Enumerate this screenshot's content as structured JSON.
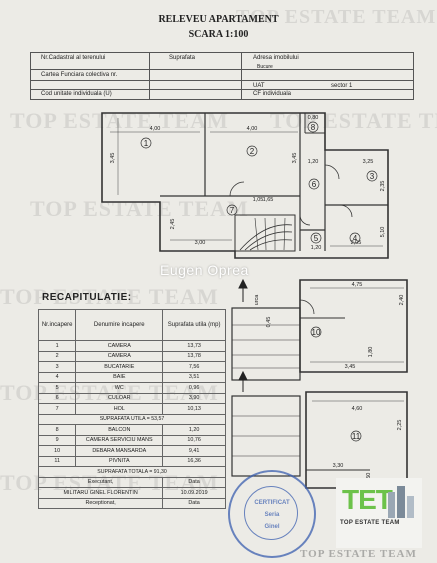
{
  "watermark": {
    "agency": "TOP ESTATE TEAM",
    "brand": "Eugen Oprea"
  },
  "header": {
    "title": "RELEVEU APARTAMENT",
    "scale": "SCARA 1:100"
  },
  "info_table": {
    "r1": [
      "Nr.Cadastral al terenului",
      "Suprafata",
      "Adresa imobilului"
    ],
    "r2": [
      "Bucure",
      "Cartea Funciara colectiva nr."
    ],
    "r3": [
      "UAT",
      "sector 1"
    ],
    "r4": [
      "Cod unitate individuala (U)",
      "CF individuala"
    ]
  },
  "plan": {
    "rooms": [
      "1",
      "2",
      "3",
      "4",
      "5",
      "6",
      "7",
      "8"
    ],
    "dims": [
      "4,00",
      "4,00",
      "0,80",
      "3,45",
      "3,45",
      "1,20",
      "3,25",
      "2,35",
      "1,05",
      "1,65",
      "2,45",
      "3,00",
      "1,20",
      "2,05",
      "5,10"
    ],
    "upper_dims": [
      "4,75",
      "2,40",
      "0,45",
      "3,45",
      "1,80"
    ],
    "upper_room": "10",
    "cellar_dims": [
      "4,60",
      "2,25",
      "3,30",
      "1,50"
    ],
    "cellar_room": "11",
    "stair_label": "urca"
  },
  "recap": {
    "title": "RECAPITULATIE:",
    "head": [
      "Nr.incapere",
      "Denumire incapere",
      "Suprafata utila (mp)"
    ],
    "rows": [
      [
        "1",
        "CAMERA",
        "13,73"
      ],
      [
        "2",
        "CAMERA",
        "13,78"
      ],
      [
        "3",
        "BUCATARIE",
        "7,56"
      ],
      [
        "4",
        "BAIE",
        "3,51"
      ],
      [
        "5",
        "WC",
        "0,96"
      ],
      [
        "6",
        "CULOAR",
        "3,90"
      ],
      [
        "7",
        "HOL",
        "10,13"
      ]
    ],
    "util_total": "SUPRAFATA UTILA = 53,57",
    "rows2": [
      [
        "8",
        "BALCON",
        "1,20"
      ],
      [
        "9",
        "CAMERA SERVICIU MANS",
        "10,76"
      ],
      [
        "10",
        "DEBARA MANSARDA",
        "9,41"
      ],
      [
        "11",
        "PIVNITA",
        "16,36"
      ]
    ],
    "grand_total": "SUPRAFATA TOTALA = 91,30",
    "executed": "Executant,",
    "date_label": "Data",
    "name": "MILITARU GINEL FLORENTIN",
    "date": "10.09.2019",
    "received": "Receptionat,",
    "date_label2": "Data"
  },
  "stamp": {
    "line1": "CERTIFICAT",
    "line2": "Seria",
    "line3": "Ginel"
  },
  "logo": {
    "text": "TET",
    "sub": "TOP ESTATE TEAM"
  },
  "colors": {
    "paper": "#ecebe6",
    "ink": "#222222",
    "stamp": "#3b5fb0",
    "logo": "#6cc24a"
  }
}
